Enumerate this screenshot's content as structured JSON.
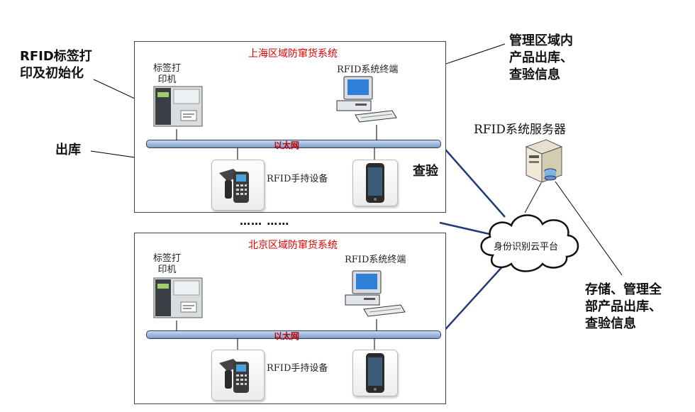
{
  "regions": [
    {
      "title": "上海区域防窜货系统",
      "printer_label": "标签打\n印机",
      "terminal_label": "RFID系统终端",
      "bus_label": "以太网",
      "handheld_label": "RFID手持设备"
    },
    {
      "title": "北京区域防窜货系统",
      "printer_label": "标签打\n印机",
      "terminal_label": "RFID系统终端",
      "bus_label": "以太网",
      "handheld_label": "RFID手持设备"
    }
  ],
  "ellipsis": "…… ……",
  "cloud_label": "身份识别云平台",
  "server_title": "RFID系统服务器",
  "annotations": {
    "rfid_print": "RFID标签打\n印及初始化",
    "outbound": "出库",
    "inspect": "查验",
    "terminal_note": "管理区域内\n产品出库、\n查验信息",
    "server_note": "存储、管理全\n部产品出库、\n查验信息"
  },
  "colors": {
    "region_title": "#e00000",
    "bus_label": "#c00000",
    "link": "#1f3a7a",
    "bus_fill": "#9db8dc"
  },
  "icons": {
    "printer": "label-printer-icon",
    "terminal": "computer-terminal-icon",
    "scanner": "rfid-scanner-icon",
    "phone": "smartphone-icon",
    "server": "server-icon",
    "cloud": "cloud-icon"
  }
}
